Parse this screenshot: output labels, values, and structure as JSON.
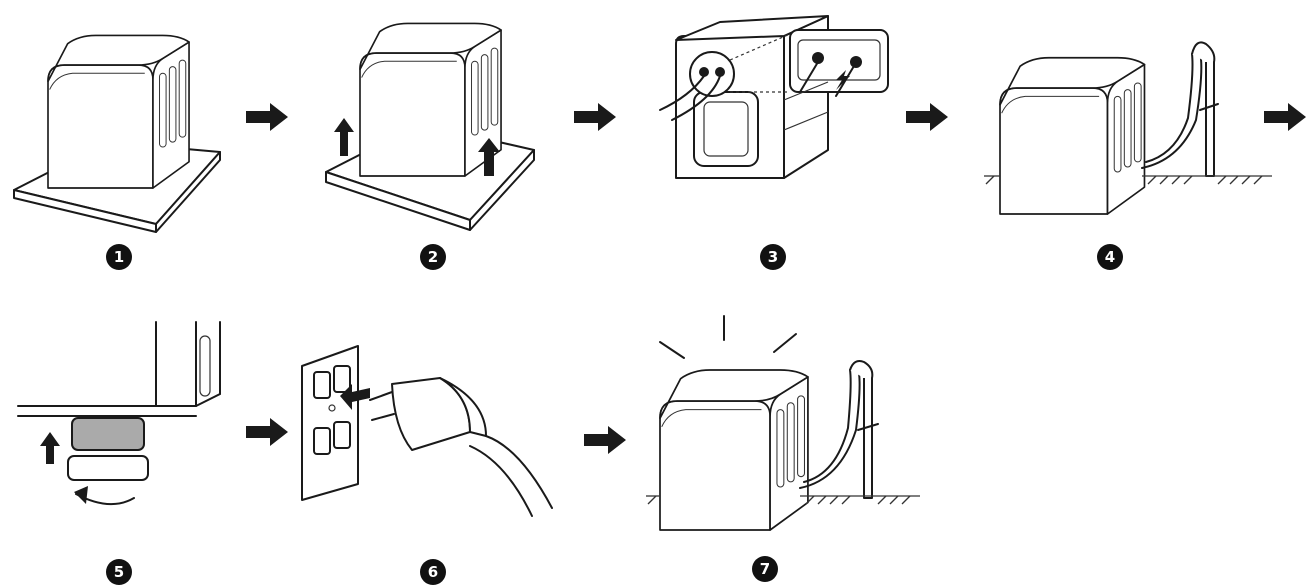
{
  "steps": [
    {
      "number": "1",
      "icon": "washer-on-pallet-icon"
    },
    {
      "number": "2",
      "icon": "lift-washer-off-pallet-icon"
    },
    {
      "number": "3",
      "icon": "connect-water-hoses-icon"
    },
    {
      "number": "4",
      "icon": "drain-hose-standpipe-icon"
    },
    {
      "number": "5",
      "icon": "adjust-leveling-foot-icon"
    },
    {
      "number": "6",
      "icon": "plug-into-outlet-icon"
    },
    {
      "number": "7",
      "icon": "washer-ready-icon"
    }
  ],
  "colors": {
    "line": "#1a1a1a",
    "badge": "#111111",
    "shade": "#aaaaaa"
  },
  "arrow_icon": "right-arrow-icon"
}
